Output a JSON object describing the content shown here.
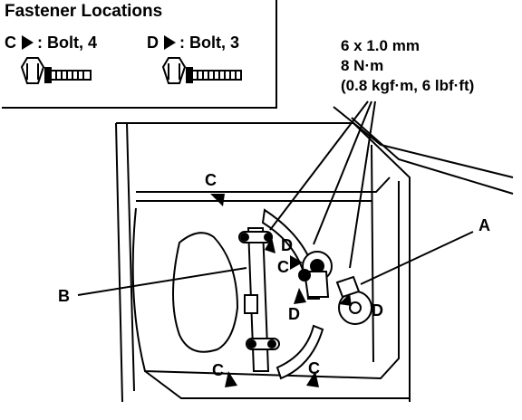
{
  "title": "Fastener Locations",
  "legend": [
    {
      "letter": "C",
      "label": ": Bolt, 4"
    },
    {
      "letter": "D",
      "label": ": Bolt, 3"
    }
  ],
  "spec": {
    "size": "6 x 1.0 mm",
    "torque_nm": "8 N·m",
    "torque_alt": "(0.8 kgf·m, 6 lbf·ft)"
  },
  "callouts": {
    "a": "A",
    "b": "B",
    "c": "C",
    "d": "D"
  }
}
